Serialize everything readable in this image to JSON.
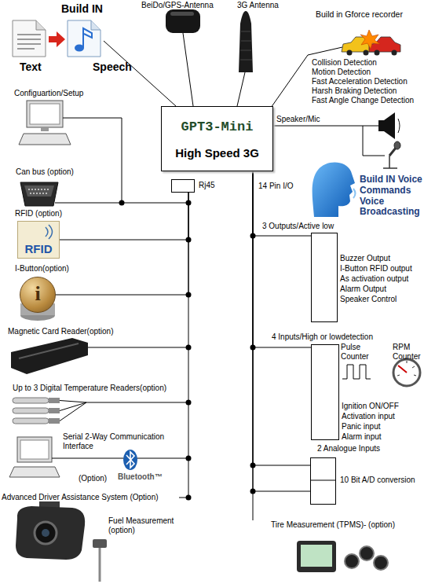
{
  "diagram": {
    "nodes": [
      {
        "text": [
          "GPT3-Mini",
          "High Speed 3G"
        ]
      },
      {
        "text": [
          "Rj45"
        ]
      },
      {
        "text": [
          "RFID (option)",
          "RFID"
        ]
      },
      {
        "text": [
          "3 Outputs/Active low",
          "Buzzer Output",
          "I-Button RFID output",
          "As activation output",
          "Alarm Output",
          "Speaker Control"
        ]
      },
      {
        "text": [
          "I-Button(option)",
          "i"
        ]
      },
      {
        "text": [
          "4 Inputs/High or lowdetection",
          "Ignition ON/OFF",
          "Activation input",
          "Panic input",
          "Alarm input"
        ]
      },
      {
        "text": [
          "2 Analogue Inputs",
          "10 Bit A/D conversion"
        ]
      }
    ],
    "edges": [
      {
        "from": 0,
        "to": 3,
        "arrow": "none"
      },
      {
        "from": 0,
        "to": 5,
        "arrow": "none"
      },
      {
        "from": 0,
        "to": 6,
        "arrow": "none"
      },
      {
        "from": 0,
        "to": 6,
        "arrow": "none"
      },
      {
        "from": 2,
        "to": 1,
        "arrow": "none"
      },
      {
        "from": 4,
        "to": 1,
        "arrow": "none"
      }
    ],
    "labels": [
      "Build IN",
      "BeiDo/GPS-Antenna",
      "3G Antenna",
      "Build in Gforce recorder",
      "Text",
      "Speech",
      "Collision Detection",
      "Motion Detection",
      "Fast Acceleration Detection",
      "Harsh Braking Detection",
      "Fast Angle Change Detection",
      "Configuartion/Setup",
      "Speaker/Mic",
      "Can bus (option)",
      "14 Pin I/O",
      "Build IN Voice Commands Voice Broadcasting",
      "Magnetic Card Reader(option)",
      "Pulse Counter",
      "RPM Counter",
      "Up to 3 Digital Temperature Readers(option)",
      "Serial 2-Way Communication Interface",
      "(Option)",
      "Bluetooth™",
      "Advanced Driver Assistance System (Option)",
      "Fuel Measurement (option)",
      "Tire Measurement (TPMS)- (option)"
    ]
  }
}
